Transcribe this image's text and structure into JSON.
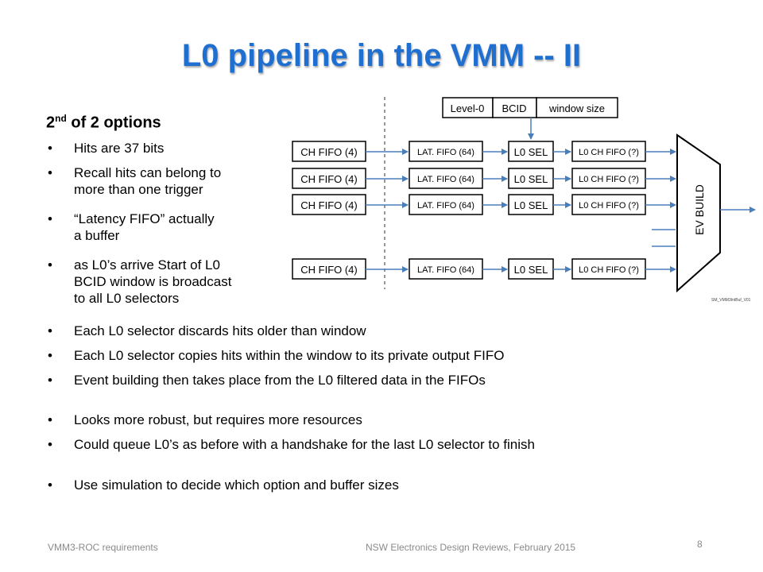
{
  "slide": {
    "title": "L0 pipeline in the VMM -- II",
    "subheading_prefix": "2",
    "subheading_sup": "nd",
    "subheading_suffix": " of 2 options",
    "bullet_symbol": "•",
    "left_bullets": [
      [
        "Hits are 37 bits"
      ],
      [
        "Recall hits can belong to",
        "more than one trigger"
      ],
      [
        "“Latency FIFO” actually",
        "a buffer"
      ],
      [
        "as L0’s arrive Start of L0",
        "BCID window is broadcast",
        "to all L0 selectors"
      ]
    ],
    "full_bullets": [
      "Each L0 selector discards hits  older than window",
      "Each L0 selector copies hits within the window to its private output FIFO",
      "Event building then takes place from the L0 filtered data in the FIFOs",
      "Looks more robust, but requires more resources",
      "Could queue L0’s as before with a handshake for the last L0 selector to finish",
      "Use simulation to decide which option and buffer sizes"
    ]
  },
  "diagram": {
    "header_cells": [
      "Level-0",
      "BCID",
      "window size"
    ],
    "rows": [
      {
        "ch": "CH FIFO (4)",
        "lat": "LAT. FIFO (64)",
        "sel": "L0 SEL",
        "out": "L0 CH FIFO (?)"
      },
      {
        "ch": "CH FIFO (4)",
        "lat": "LAT. FIFO (64)",
        "sel": "L0 SEL",
        "out": "L0 CH FIFO (?)"
      },
      {
        "ch": "CH FIFO (4)",
        "lat": "LAT. FIFO (64)",
        "sel": "L0 SEL",
        "out": "L0 CH FIFO (?)"
      },
      {
        "ch": "CH FIFO (4)",
        "lat": "LAT. FIFO (64)",
        "sel": "L0 SEL",
        "out": "L0 CH FIFO (?)"
      }
    ],
    "ev_build_label": "EV BUILD",
    "file_tag": "SM_VMM3IntBuf_V01",
    "arrow_color": "#4a7ebb"
  },
  "footer": {
    "left": "VMM3-ROC requirements",
    "center": "NSW Electronics Design Reviews, February 2015",
    "page_number": "8"
  }
}
